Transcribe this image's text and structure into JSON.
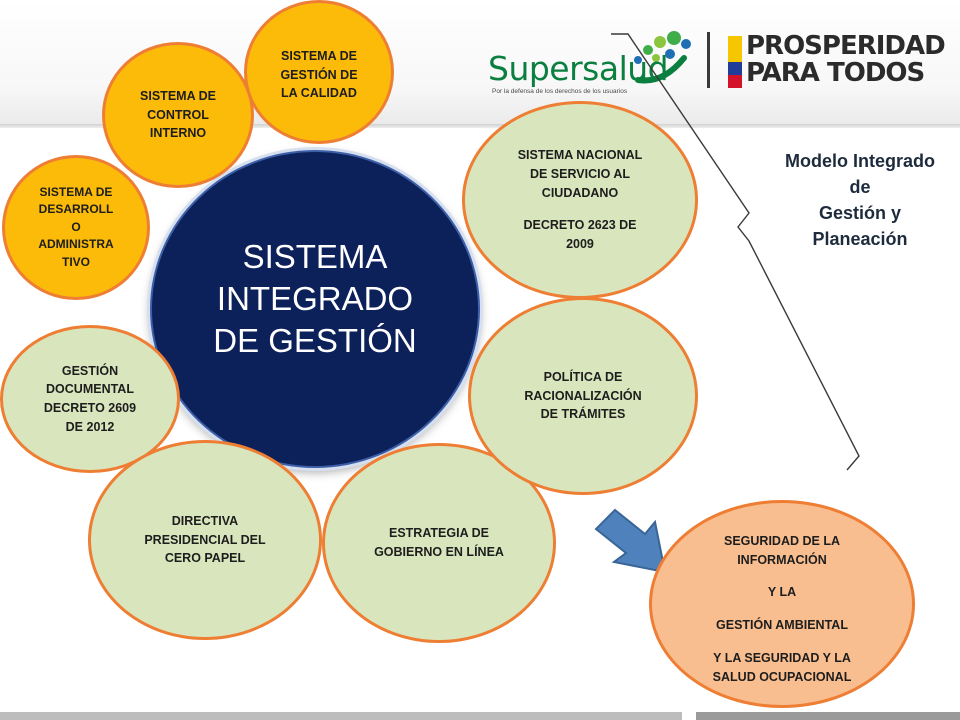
{
  "logos": {
    "supersalud_word": "Supersalud",
    "supersalud_tagline": "Por la defensa de los derechos de los usuarios",
    "prosperidad_line1": "PROSPERIDAD",
    "prosperidad_line2": "PARA TODOS"
  },
  "center": {
    "line1": "SISTEMA",
    "line2": "INTEGRADO",
    "line3": "DE GESTIÓN"
  },
  "model_title": {
    "line1": "Modelo Integrado",
    "line2": "de",
    "line3": "Gestión y",
    "line4": "Planeación"
  },
  "bubbles": {
    "calidad": "SISTEMA DE\nGESTIÓN DE\nLA CALIDAD",
    "control": "SISTEMA DE\nCONTROL\nINTERNO",
    "desarrollo": "SISTEMA DE\nDESARROLL\nO\nADMINISTRA\nTIVO",
    "documental": "GESTIÓN\nDOCUMENTAL\nDECRETO 2609\nDE 2012",
    "cero_papel": "DIRECTIVA\nPRESIDENCIAL DEL\nCERO PAPEL",
    "gobierno": "ESTRATEGIA DE\nGOBIERNO EN LÍNEA",
    "tramites": "POLÍTICA DE\nRACIONALIZACIÓN\nDE TRÁMITES",
    "servicio": {
      "text": "SISTEMA NACIONAL\nDE SERVICIO AL\nCIUDADANO",
      "decree": "DECRETO 2623 DE\n2009"
    },
    "seguridad": {
      "p1": "SEGURIDAD DE LA\nINFORMACIÓN",
      "p2": "Y LA",
      "p3": "GESTIÓN AMBIENTAL",
      "p4": "Y LA SEGURIDAD Y LA\nSALUD OCUPACIONAL"
    }
  },
  "colors": {
    "center_fill": "#0c205a",
    "orange_fill": "#fcbb09",
    "green_fill": "#d9e6bd",
    "peach_fill": "#f9be8f",
    "bubble_border": "#ee7e33",
    "arrow_fill": "#4f81bd",
    "supersalud_green": "#0a7f3f"
  },
  "icons": {
    "arrow": "right-down-arrow-icon",
    "bracket": "right-curly-bracket-icon"
  }
}
